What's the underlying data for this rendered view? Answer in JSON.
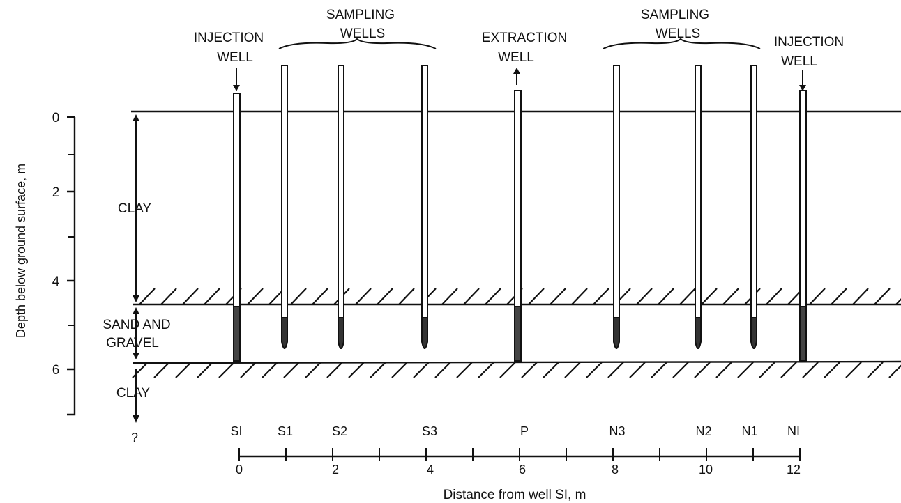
{
  "header": {
    "injection_left": [
      "INJECTION",
      "WELL"
    ],
    "sampling_left": [
      "SAMPLING",
      "WELLS"
    ],
    "extraction": [
      "EXTRACTION",
      "WELL"
    ],
    "sampling_right": [
      "SAMPLING",
      "WELLS"
    ],
    "injection_right": [
      "INJECTION",
      "WELL"
    ]
  },
  "depth_axis": {
    "label": "Depth below ground surface, m",
    "ticks": [
      "0",
      "2",
      "4",
      "6"
    ],
    "bottom_mark": "?"
  },
  "layers": {
    "clay_top": "CLAY",
    "aquifer": [
      "SAND AND",
      "GRAVEL"
    ],
    "clay_bottom": "CLAY"
  },
  "wells": [
    "SI",
    "S1",
    "S2",
    "S3",
    "P",
    "N3",
    "N2",
    "N1",
    "NI"
  ],
  "distance_axis": {
    "label": "Distance from well SI, m",
    "ticks": [
      "0",
      "2",
      "4",
      "6",
      "8",
      "10",
      "12"
    ]
  }
}
